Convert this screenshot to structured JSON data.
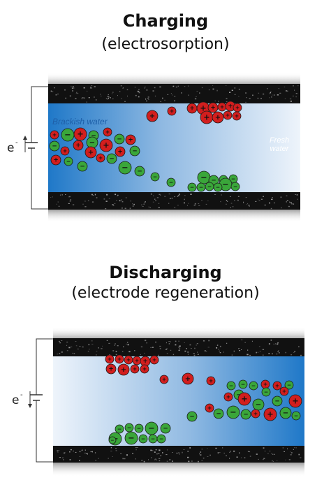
{
  "charging": {
    "title": "Charging",
    "subtitle": "(electrosorption)",
    "label_left": "Brackish water",
    "label_right_line1": "Fresh",
    "label_right_line2": "water",
    "electron_label": "e",
    "electron_sup": "-",
    "electron_flow": "up"
  },
  "discharging": {
    "title": "Discharging",
    "subtitle": "(electrode regeneration)",
    "electron_label": "e",
    "electron_sup": "-",
    "electron_flow": "down"
  },
  "colors": {
    "cation": "#d21e1e",
    "anion": "#3aa63a",
    "electrode": "#111111",
    "water_dark": "#1f78c8",
    "water_light": "#eef4fb"
  },
  "ion_symbols": {
    "cation": "+",
    "anion": "−"
  }
}
